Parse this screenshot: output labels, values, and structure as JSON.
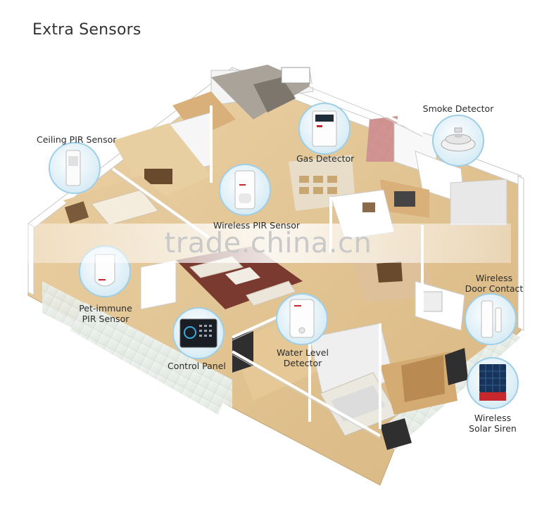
{
  "title": "Extra Sensors",
  "watermark": "trade.china.cn",
  "sensors": [
    {
      "id": "smoke",
      "label": "Smoke Detector"
    },
    {
      "id": "ceiling-pir",
      "label": "Ceiling PIR Sensor"
    },
    {
      "id": "gas",
      "label": "Gas Detector"
    },
    {
      "id": "wireless-pir",
      "label": "Wireless PIR Sensor"
    },
    {
      "id": "pet-immune",
      "label_line1": "Pet-immune",
      "label_line2": "PIR Sensor"
    },
    {
      "id": "door",
      "label_line1": "Wireless",
      "label_line2": "Door Contact"
    },
    {
      "id": "control",
      "label": "Control Panel"
    },
    {
      "id": "water",
      "label_line1": "Water Level",
      "label_line2": "Detector"
    },
    {
      "id": "siren",
      "label_line1": "Wireless",
      "label_line2": "Solar Siren"
    }
  ],
  "colors": {
    "wall": "#ffffff",
    "wall_shadow": "#d9d9d9",
    "floor_wood": "#e3c79a",
    "floor_tile": "#e9efe9",
    "rug": "#7a3a30",
    "badge_ring": "#9ecfe6",
    "badge_fill": "#dbeef7",
    "siren_red": "#c8282b",
    "panel_dark": "#1a1d24"
  }
}
